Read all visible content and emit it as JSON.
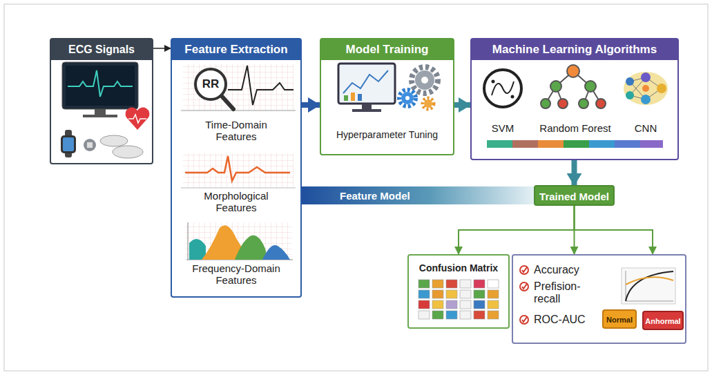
{
  "diagram": {
    "nodes": [
      {
        "text": [
          "ECG Signals"
        ]
      },
      {
        "text": [
          "Feature Extraction"
        ]
      },
      {
        "text": [
          "RR",
          "Time-Domain Features"
        ],
        "in": 1
      },
      {
        "text": [
          "Morphological Features"
        ],
        "in": 1
      },
      {
        "text": [
          "Frequency-Domain Features"
        ],
        "in": 1
      },
      {
        "text": [
          "Model Training",
          "Hyperparameter Tuning"
        ]
      },
      {
        "text": [
          "Machine Learning Algorithms"
        ]
      },
      {
        "text": [
          "SVM"
        ],
        "in": 6
      },
      {
        "text": [
          "Random Forest"
        ],
        "in": 6
      },
      {
        "text": [
          "CNN"
        ],
        "in": 6
      },
      {
        "text": [
          "Trained Model"
        ]
      },
      {
        "text": [
          "Confusion Matrix"
        ]
      },
      {
        "text": [
          "Accuracy",
          "Prefision- recall",
          "ROC-AUC"
        ]
      },
      {
        "text": [
          "Normal"
        ],
        "in": 12
      },
      {
        "text": [
          "Anhormal"
        ],
        "in": 12
      }
    ],
    "edges": [
      {
        "from": 0,
        "to": 1,
        "arrow": "to"
      },
      {
        "from": 1,
        "to": 5,
        "arrow": "to"
      },
      {
        "from": 5,
        "to": 6,
        "arrow": "to"
      },
      {
        "from": 6,
        "to": 10,
        "arrow": "to"
      },
      {
        "from": 1,
        "to": 10,
        "label": "Feature Model",
        "arrow": "none"
      },
      {
        "from": 10,
        "to": 11,
        "arrow": "to"
      },
      {
        "from": 10,
        "to": 12,
        "arrow": "to"
      },
      {
        "from": 10,
        "to": 12,
        "arrow": "to"
      }
    ]
  }
}
